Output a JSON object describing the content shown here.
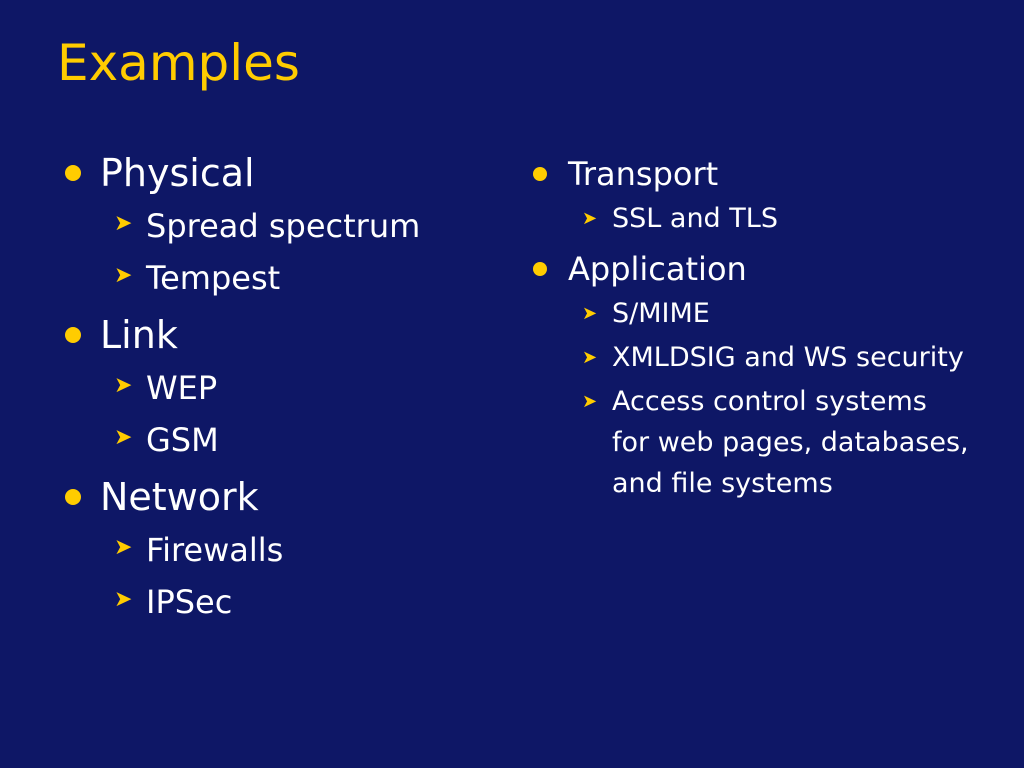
{
  "slide": {
    "title": "Examples",
    "accent_color": "#ffcc00",
    "background_color": "#0e1766",
    "bullet_icon": "filled-circle",
    "subbullet_icon": "arrow-head",
    "left_column": [
      {
        "label": "Physical",
        "items": [
          "Spread spectrum",
          "Tempest"
        ]
      },
      {
        "label": "Link",
        "items": [
          "WEP",
          "GSM"
        ]
      },
      {
        "label": "Network",
        "items": [
          "Firewalls",
          "IPSec"
        ]
      }
    ],
    "right_column": [
      {
        "label": "Transport",
        "items": [
          "SSL and TLS"
        ]
      },
      {
        "label": "Application",
        "items": [
          "S/MIME",
          "XMLDSIG and WS security",
          "Access control systems for web pages, databases, and file systems"
        ]
      }
    ]
  }
}
